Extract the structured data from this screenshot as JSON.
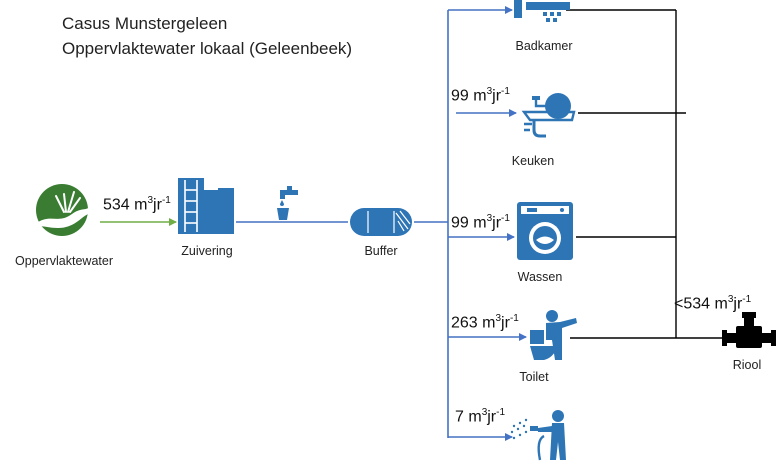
{
  "title": {
    "line1": "Casus Munstergeleen",
    "line2": "Oppervlaktewater lokaal (Geleenbeek)"
  },
  "nodes": {
    "source": "Oppervlaktewater",
    "treatment": "Zuivering",
    "buffer": "Buffer",
    "bathroom": "Badkamer",
    "kitchen": "Keuken",
    "washing": "Wassen",
    "toilet": "Toilet",
    "sewer": "Riool"
  },
  "unit": {
    "base": "m",
    "exp1": "3",
    "mid": "jr",
    "exp2": "-1"
  },
  "flows": {
    "source_to_treatment": "534",
    "kitchen": "99",
    "washing": "99",
    "toilet": "263",
    "outdoor": "7",
    "to_sewer": "<534"
  },
  "colors": {
    "icon_blue": "#2e75b6",
    "line_blue": "#4472c4",
    "green": "#70ad47",
    "source_green": "#3a7d32",
    "black": "#000000"
  }
}
